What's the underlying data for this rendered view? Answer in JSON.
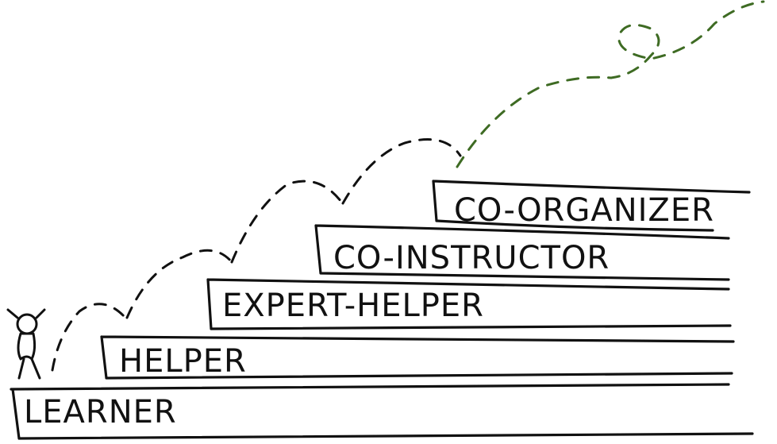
{
  "steps": [
    {
      "label": "LEARNER"
    },
    {
      "label": "HELPER"
    },
    {
      "label": "EXPERT-HELPER"
    },
    {
      "label": "CO-INSTRUCTOR"
    },
    {
      "label": "CO-ORGANIZER"
    }
  ],
  "colors": {
    "ink": "#111111",
    "path": "#111111",
    "future_path": "#3e6b23"
  }
}
